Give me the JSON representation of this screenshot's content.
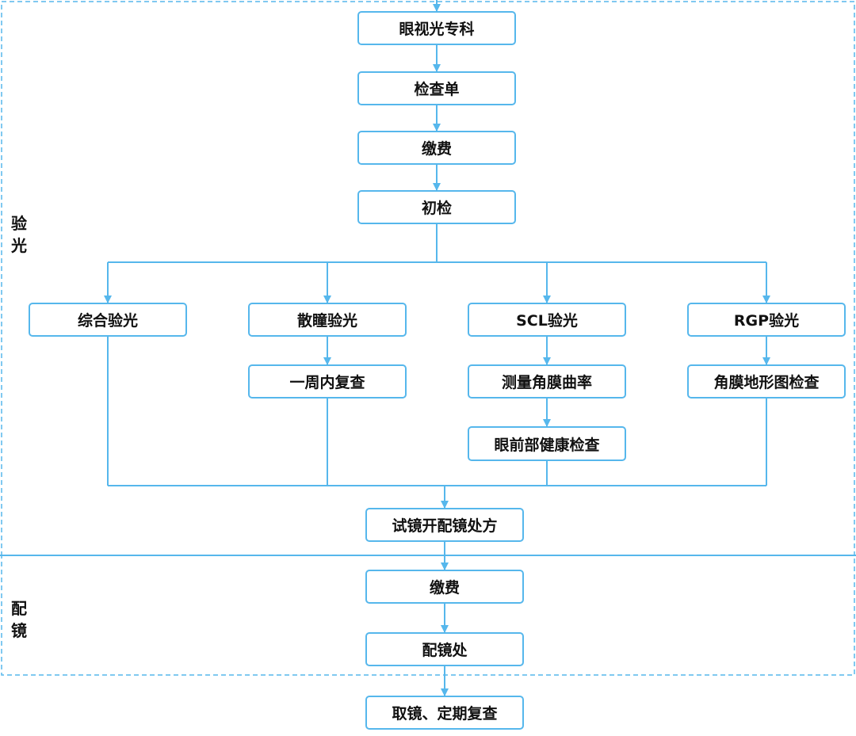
{
  "colors": {
    "line": "#56b7ec",
    "text": "#111111"
  },
  "sections": {
    "exam_label": "验光",
    "fitting_label": "配镜"
  },
  "nodes": {
    "clinic": "眼视光专科",
    "checklist": "检查单",
    "pay1": "缴费",
    "initial_exam": "初检",
    "comprehensive": "综合验光",
    "dilated": "散瞳验光",
    "scl": "SCL验光",
    "rgp": "RGP验光",
    "recheck_week": "一周内复查",
    "curvature": "测量角膜曲率",
    "anterior_health": "眼前部健康检查",
    "topography": "角膜地形图检查",
    "prescription": "试镜开配镜处方",
    "pay2": "缴费",
    "fitting": "配镜处",
    "pickup": "取镜、定期复查"
  }
}
